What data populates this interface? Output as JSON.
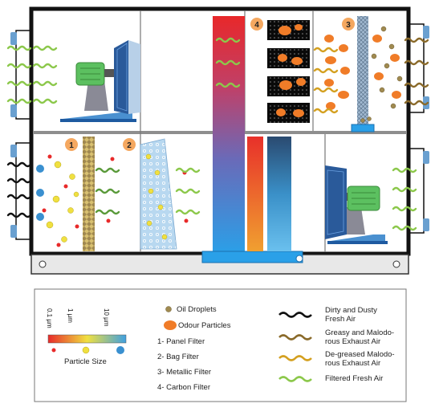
{
  "stage_badges": [
    "1",
    "2",
    "3",
    "4"
  ],
  "scale_ticks": [
    "0.1 µm",
    "1 µm",
    "10 µm"
  ],
  "scale_label": "Particle Size",
  "legend_items": [
    {
      "label": "Oil Droplets",
      "icon": "oil-droplet-icon"
    },
    {
      "label": "Odour Particles",
      "icon": "odour-particle-icon"
    }
  ],
  "filter_list": [
    "1- Panel Filter",
    "2- Bag Filter",
    "3- Metallic Filter",
    "4- Carbon Filter"
  ],
  "air_legend": [
    {
      "label_lines": [
        "Dirty and Dusty",
        "Fresh Air"
      ],
      "color": "#111111"
    },
    {
      "label_lines": [
        "Greasy and Malodo-",
        "rous Exhaust Air"
      ],
      "color": "#8a6a2a"
    },
    {
      "label_lines": [
        "De-greased Malodo-",
        "rous Exhaust Air"
      ],
      "color": "#d4a020"
    },
    {
      "label_lines": [
        "Filtered Fresh Air"
      ],
      "color": "#8cc84b"
    }
  ],
  "colors": {
    "frame": "#111111",
    "fan": "#5cc060",
    "heat_wheel_top": "#e8302a",
    "heat_wheel_bottom": "#3ca0e0",
    "odour": "#f07c28"
  }
}
